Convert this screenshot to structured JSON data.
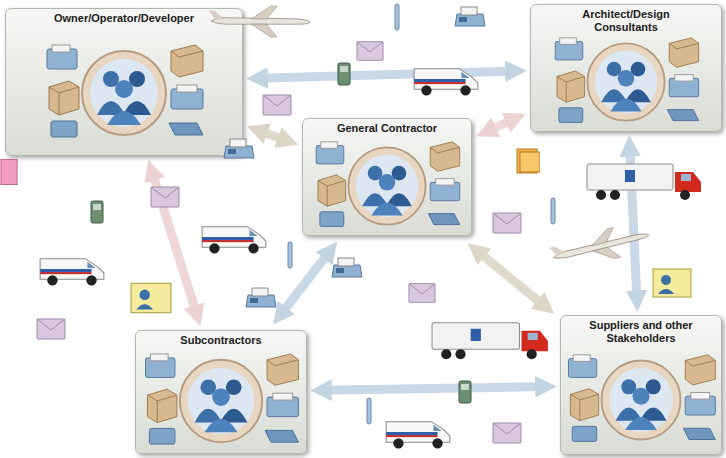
{
  "diagram": {
    "nodes": [
      {
        "text": [
          "Owner/Operator/Developer"
        ]
      },
      {
        "text": [
          "Architect/Design Consultants"
        ]
      },
      {
        "text": [
          "General Contractor"
        ]
      },
      {
        "text": [
          "Subcontractors"
        ]
      },
      {
        "text": [
          "Suppliers and other Stakeholders"
        ]
      }
    ],
    "edges": [
      {
        "from": 0,
        "to": 1,
        "arrow": "both"
      },
      {
        "from": 0,
        "to": 2,
        "arrow": "both"
      },
      {
        "from": 2,
        "to": 1,
        "arrow": "both"
      },
      {
        "from": 0,
        "to": 3,
        "arrow": "both"
      },
      {
        "from": 2,
        "to": 3,
        "arrow": "both"
      },
      {
        "from": 2,
        "to": 4,
        "arrow": "both"
      },
      {
        "from": 1,
        "to": 4,
        "arrow": "both"
      },
      {
        "from": 3,
        "to": 4,
        "arrow": "both"
      }
    ]
  }
}
